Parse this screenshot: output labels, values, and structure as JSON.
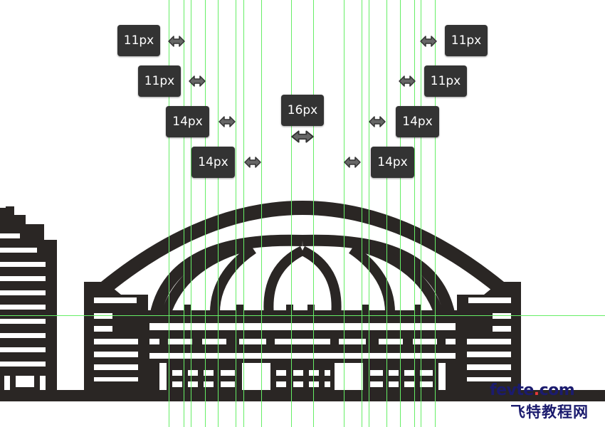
{
  "colors": {
    "ink": "#2a2624",
    "guide": "#66ee66",
    "tag_bg": "#333333",
    "tag_text": "#ffffff",
    "watermark": "#1b1b6e"
  },
  "measurements": [
    {
      "id": "m-left-1",
      "label": "11px"
    },
    {
      "id": "m-left-2",
      "label": "11px"
    },
    {
      "id": "m-left-3",
      "label": "14px"
    },
    {
      "id": "m-left-4",
      "label": "14px"
    },
    {
      "id": "m-center",
      "label": "16px"
    },
    {
      "id": "m-right-1",
      "label": "11px"
    },
    {
      "id": "m-right-2",
      "label": "11px"
    },
    {
      "id": "m-right-3",
      "label": "14px"
    },
    {
      "id": "m-right-4",
      "label": "14px"
    }
  ],
  "icons": {
    "measure": "double-arrow-icon"
  },
  "watermark": {
    "latin_prefix": "fevte",
    "latin_dot": ".",
    "latin_suffix": "com",
    "chinese": "飞特教程网"
  }
}
